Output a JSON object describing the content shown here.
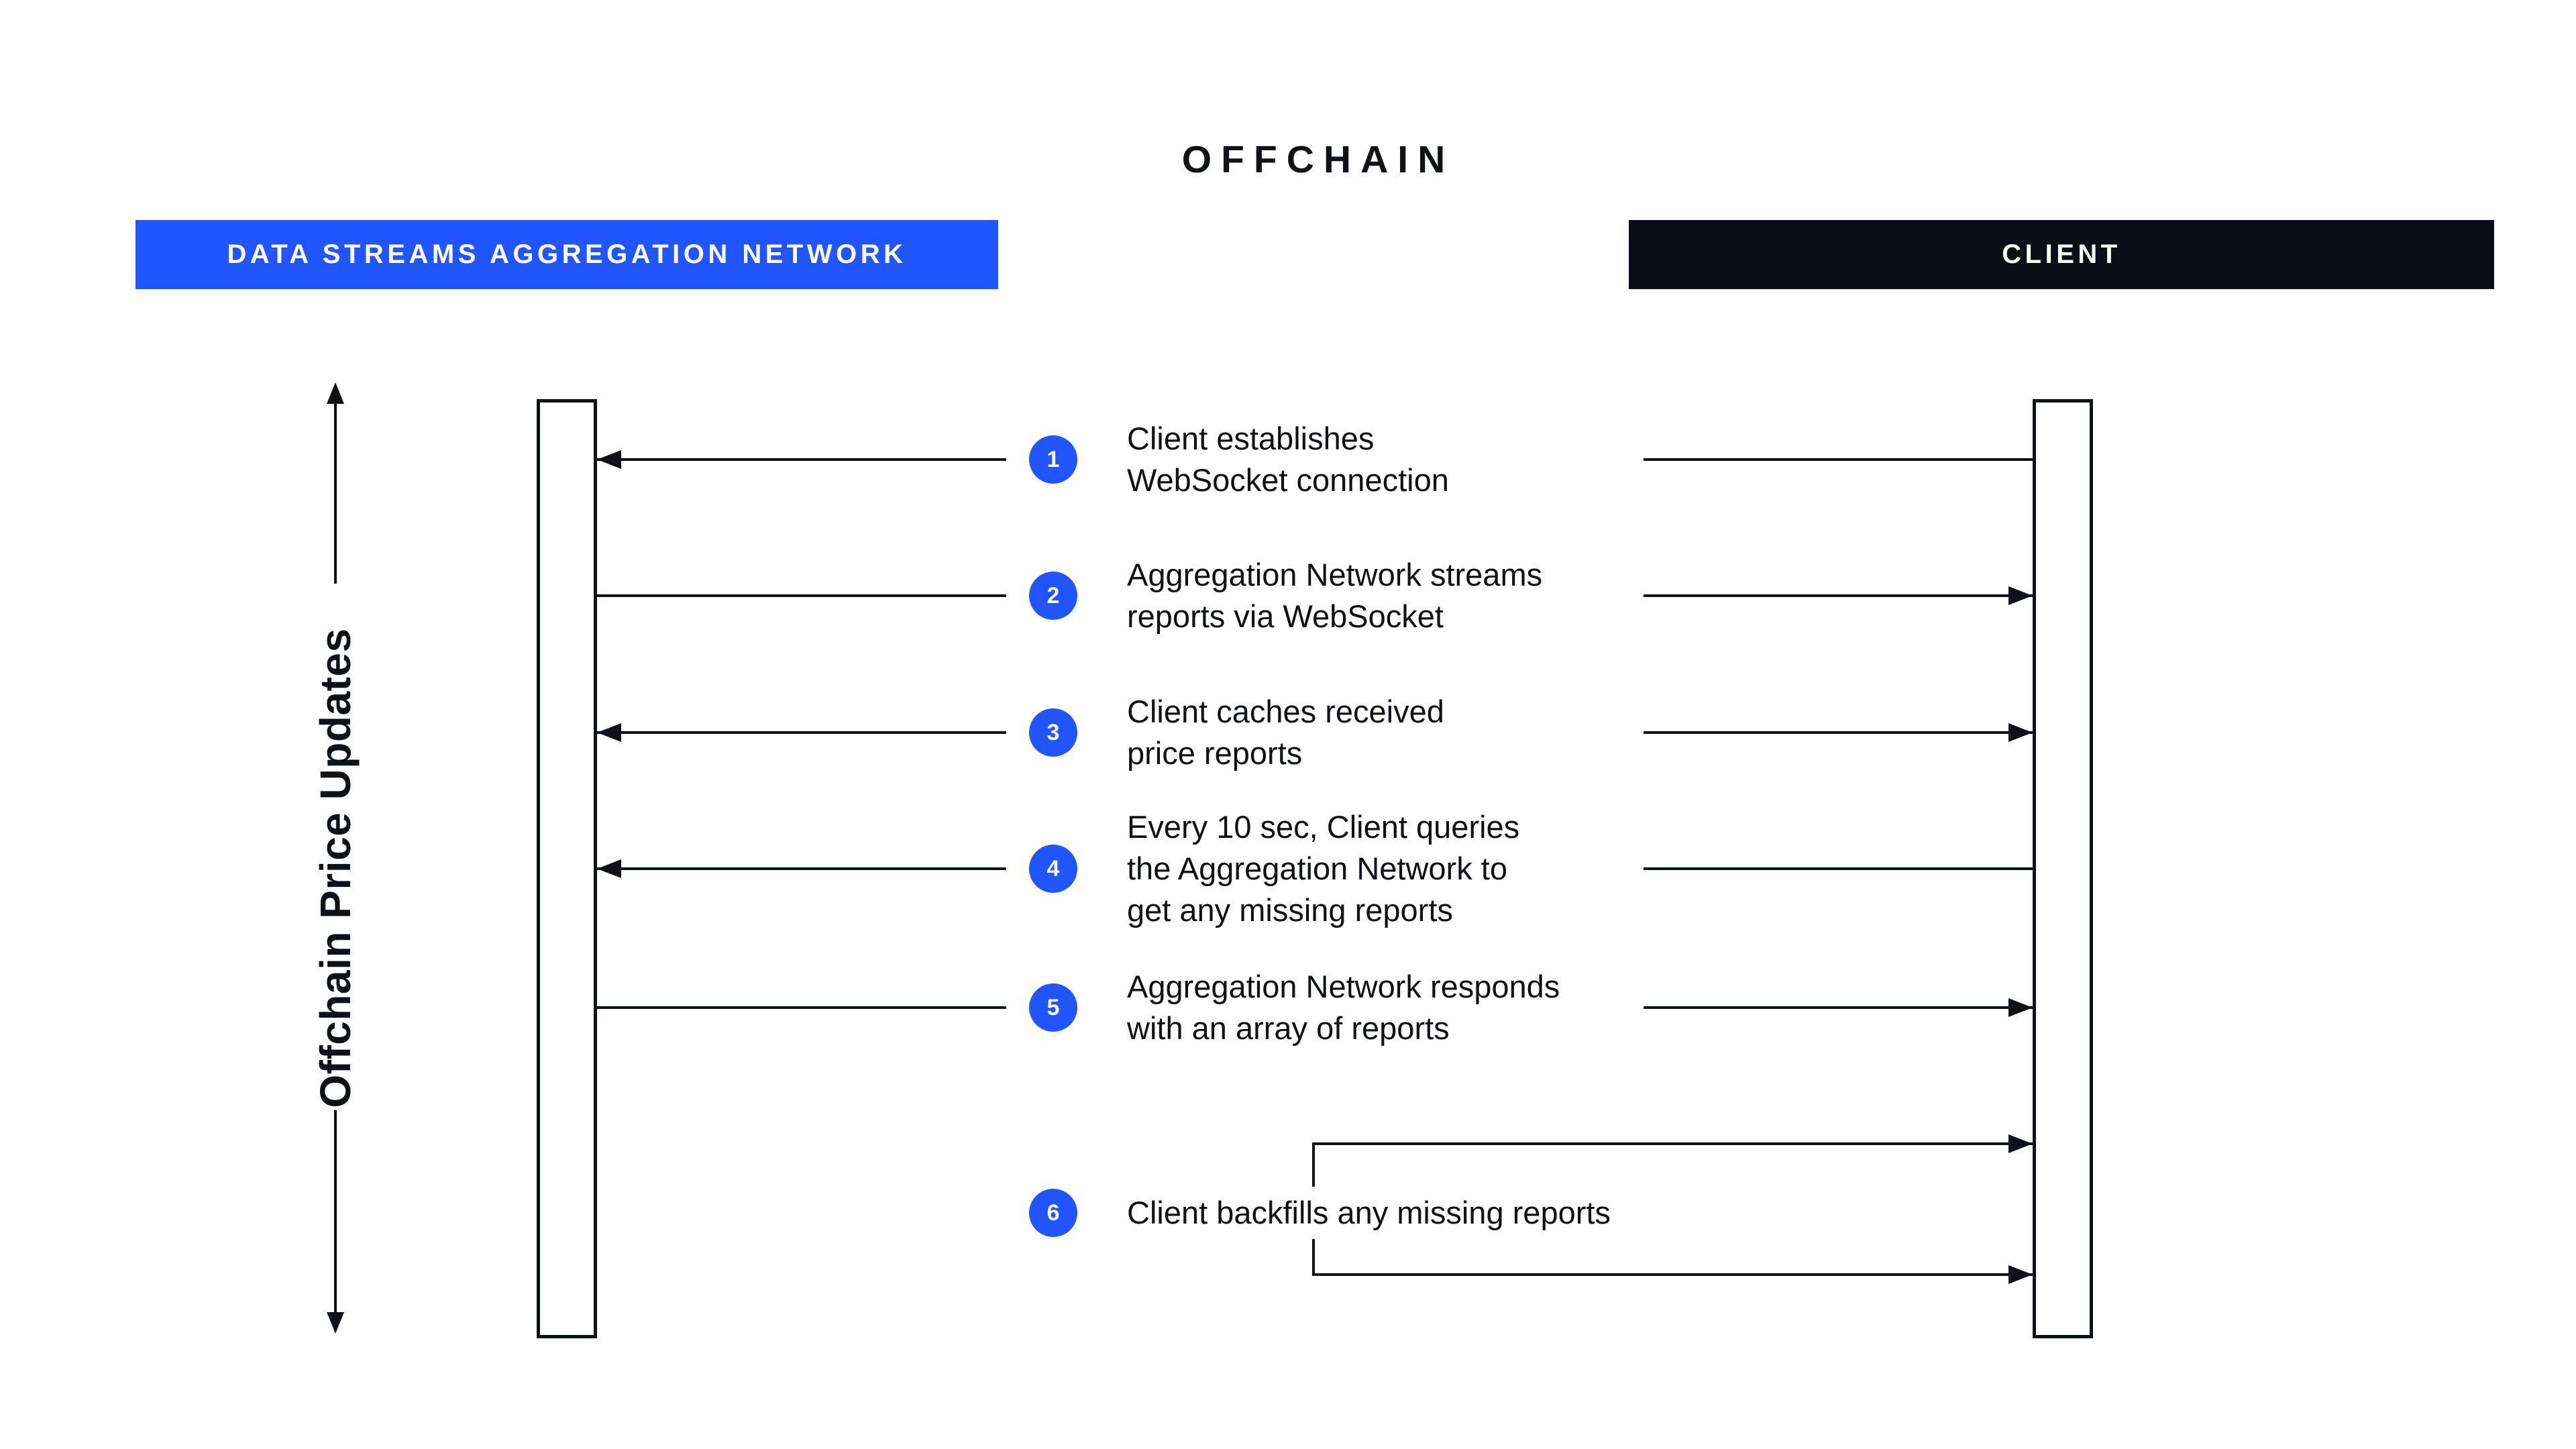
{
  "title": "OFFCHAIN",
  "axis_label": "Offchain Price Updates",
  "participants": [
    {
      "label": "DATA STREAMS AGGREGATION NETWORK"
    },
    {
      "label": "CLIENT"
    }
  ],
  "colors": {
    "accent_blue": "#2155FF",
    "header_dark": "#0B0D17",
    "line": "#0E1116",
    "background": "#FFFFFF"
  },
  "steps": [
    {
      "num": "1",
      "arrow": "to-aggregation-network",
      "lines": [
        "Client establishes",
        "WebSocket connection"
      ]
    },
    {
      "num": "2",
      "arrow": "to-client",
      "lines": [
        "Aggregation Network streams",
        "reports via WebSocket"
      ]
    },
    {
      "num": "3",
      "arrow": "both",
      "lines": [
        "Client caches received",
        "price reports"
      ]
    },
    {
      "num": "4",
      "arrow": "to-aggregation-network",
      "lines": [
        "Every 10 sec, Client queries",
        "the Aggregation Network to",
        "get any missing reports"
      ]
    },
    {
      "num": "5",
      "arrow": "to-client",
      "lines": [
        "Aggregation Network responds",
        "with an array of reports"
      ]
    },
    {
      "num": "6",
      "arrow": "to-client-bracket",
      "lines": [
        "Client backfills any missing reports"
      ]
    }
  ]
}
